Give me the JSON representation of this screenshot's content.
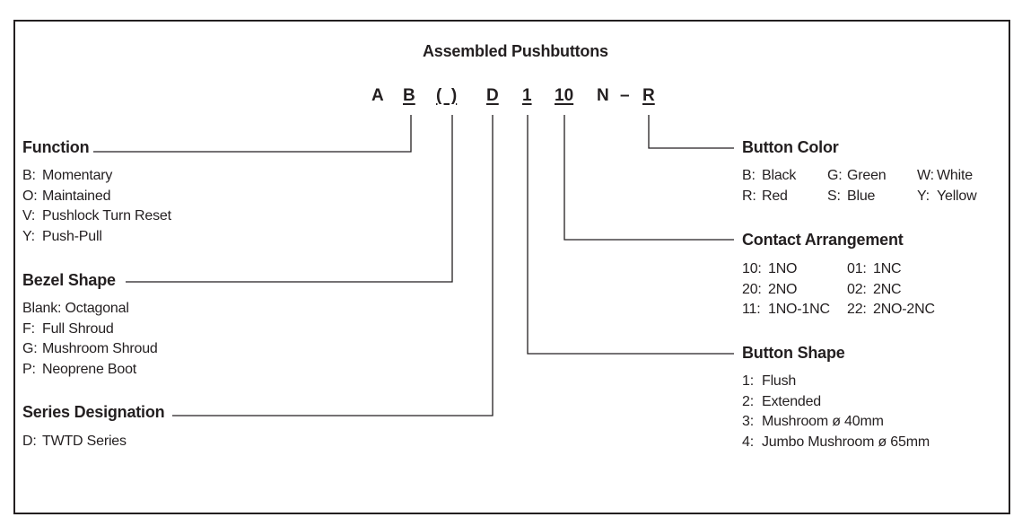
{
  "title": "Assembled Pushbuttons",
  "code": {
    "a": "A",
    "b": "B",
    "paren": "(  )",
    "d": "D",
    "one": "1",
    "ten": "10",
    "n": "N",
    "dash": "–",
    "r": "R"
  },
  "function": {
    "heading": "Function",
    "items": [
      {
        "k": "B:",
        "v": "Momentary"
      },
      {
        "k": "O:",
        "v": "Maintained"
      },
      {
        "k": "V:",
        "v": "Pushlock Turn Reset"
      },
      {
        "k": "Y:",
        "v": "Push-Pull"
      }
    ]
  },
  "bezel": {
    "heading": "Bezel Shape",
    "items": [
      {
        "k": "Blank:",
        "v": "Octagonal"
      },
      {
        "k": "F:",
        "v": "Full Shroud"
      },
      {
        "k": "G:",
        "v": "Mushroom Shroud"
      },
      {
        "k": "P:",
        "v": "Neoprene Boot"
      }
    ]
  },
  "series": {
    "heading": "Series Designation",
    "items": [
      {
        "k": "D:",
        "v": "TWTD Series"
      }
    ]
  },
  "color": {
    "heading": "Button Color",
    "items": [
      {
        "k": "B:",
        "v": "Black"
      },
      {
        "k": "G:",
        "v": "Green"
      },
      {
        "k": "W:",
        "v": "White"
      },
      {
        "k": "R:",
        "v": "Red"
      },
      {
        "k": "S:",
        "v": "Blue"
      },
      {
        "k": "Y:",
        "v": "Yellow"
      }
    ]
  },
  "contact": {
    "heading": "Contact Arrangement",
    "items": [
      {
        "k": "10:",
        "v": "1NO"
      },
      {
        "k": "01:",
        "v": "1NC"
      },
      {
        "k": "20:",
        "v": "2NO"
      },
      {
        "k": "02:",
        "v": "2NC"
      },
      {
        "k": "11:",
        "v": "1NO-1NC"
      },
      {
        "k": "22:",
        "v": "2NO-2NC"
      }
    ]
  },
  "shape": {
    "heading": "Button Shape",
    "items": [
      {
        "k": "1:",
        "v": "Flush"
      },
      {
        "k": "2:",
        "v": "Extended"
      },
      {
        "k": "3:",
        "v": "Mushroom ø 40mm"
      },
      {
        "k": "4:",
        "v": "Jumbo Mushroom ø 65mm"
      }
    ]
  }
}
